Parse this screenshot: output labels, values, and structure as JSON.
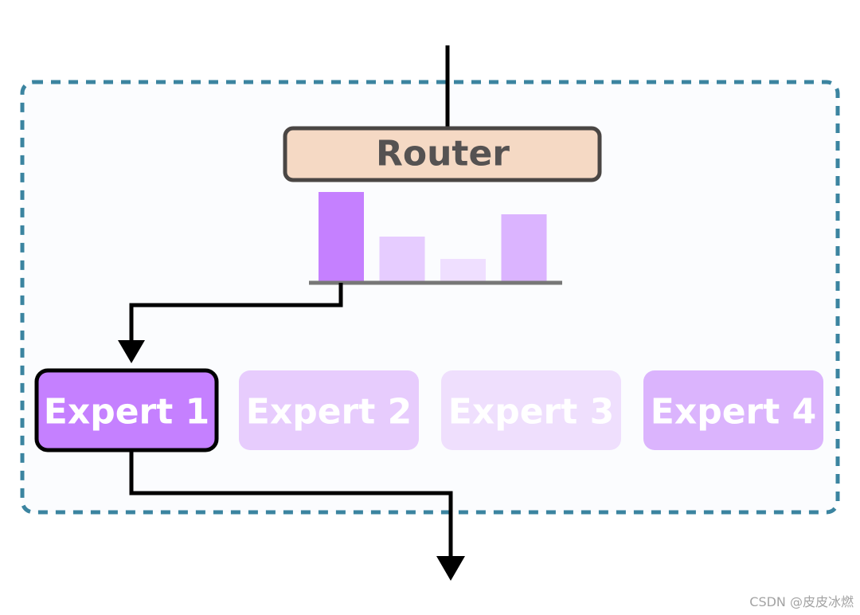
{
  "router": {
    "label": "Router",
    "fill": "#f5d9c4",
    "stroke": "#4a4644",
    "text_color": "#555252"
  },
  "gate_weights": {
    "values": [
      1.0,
      0.5,
      0.25,
      0.75
    ],
    "colors": [
      "#c580ff",
      "#e6ccff",
      "#efdfff",
      "#dbb4ff"
    ],
    "baseline_color": "#777777",
    "selected_index": 0
  },
  "experts": [
    {
      "label": "Expert 1",
      "fill": "#c580ff",
      "selected": true
    },
    {
      "label": "Expert 2",
      "fill": "#e7ccfd",
      "selected": false
    },
    {
      "label": "Expert 3",
      "fill": "#efdffd",
      "selected": false
    },
    {
      "label": "Expert 4",
      "fill": "#dbb4fd",
      "selected": false
    }
  ],
  "layer_box": {
    "border_color": "#3b84a0",
    "fill": "#fbfcfe"
  },
  "arrow_color": "#000000",
  "watermark": "CSDN @皮皮冰燃"
}
